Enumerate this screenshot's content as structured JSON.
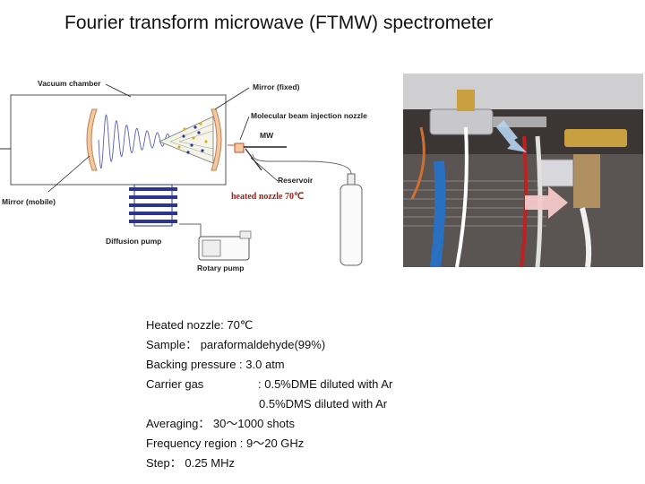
{
  "title": "Fourier transform microwave (FTMW) spectrometer",
  "schematic": {
    "labels": {
      "vacuum_chamber": "Vacuum chamber",
      "mirror_fixed": "Mirror (fixed)",
      "nozzle": "Molecular beam injection nozzle",
      "mw": "MW",
      "reservoir": "Reservoir",
      "heated_nozzle": "heated nozzle 70℃",
      "mirror_mobile": "Mirror (mobile)",
      "diffusion_pump": "Diffusion pump",
      "rotary_pump": "Rotary pump"
    }
  },
  "conditions": {
    "heated_nozzle": "Heated nozzle: 70℃",
    "sample": "Sample：   paraformaldehyde(99%)",
    "backing_pressure": "Backing pressure : 3.0 atm",
    "carrier_gas_label": "Carrier gas",
    "carrier_gas_1": ": 0.5%DME diluted with Ar",
    "carrier_gas_2": "0.5%DMS diluted with Ar",
    "averaging": "Averaging： 30～1000 shots",
    "frequency_region": "Frequency region : 9～20 GHz",
    "step": "Step： 0.25 MHz"
  },
  "colors": {
    "wave": "#5a5fb0",
    "pump_coils": "#2c3590",
    "mirror": "#e0a070",
    "heated_label": "#a0201a"
  }
}
